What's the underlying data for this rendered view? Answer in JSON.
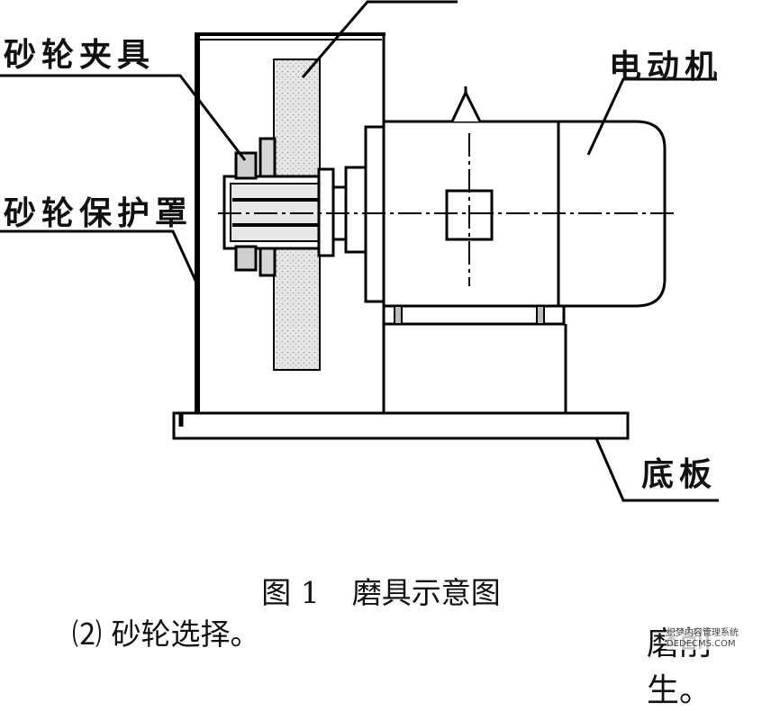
{
  "labels": {
    "wheel_clamp": "砂轮夹具",
    "wheel_guard": "砂轮保护罩",
    "motor": "电动机",
    "base_plate": "底板"
  },
  "caption": {
    "figure_number": "图 1",
    "title": "磨具示意图"
  },
  "body_text": "⑵ 砂轮选择。",
  "partial_text": "磨削生。",
  "watermark": {
    "line1": "织梦内容管理系统",
    "line2": "DEDECMS.COM"
  }
}
